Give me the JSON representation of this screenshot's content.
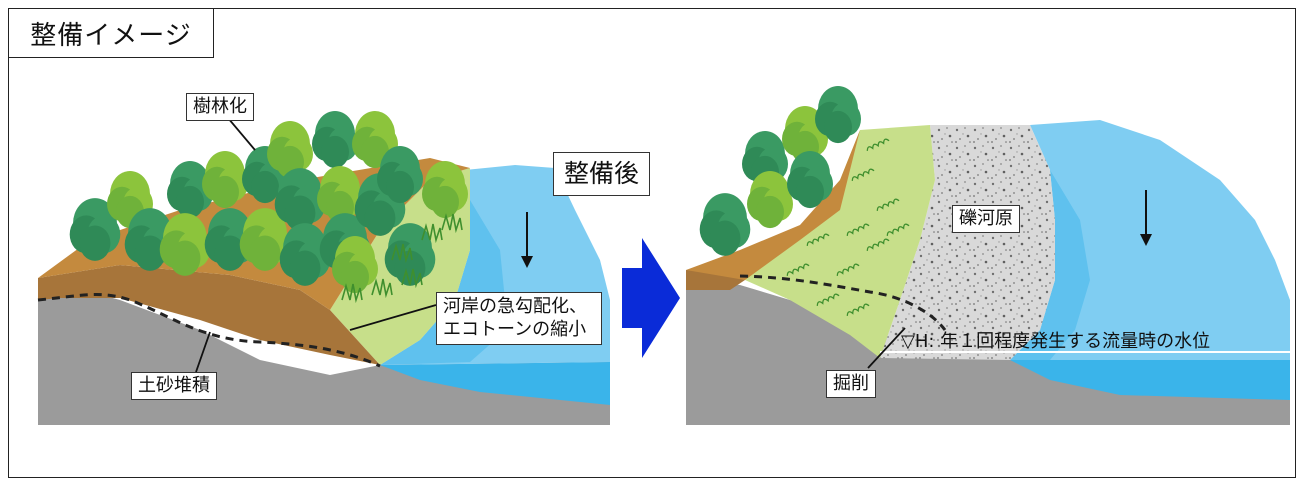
{
  "title": "整備イメージ",
  "before": {
    "label_forestation": "樹林化",
    "label_sediment": "土砂堆積",
    "label_bank_line1": "河岸の急勾配化、",
    "label_bank_line2": "エコトーンの縮小"
  },
  "after": {
    "label_after": "整備後",
    "label_gravel": "礫河原",
    "label_excavation": "掘削",
    "water_level_text": "▽H: 年１回程度発生する流量時の水位"
  },
  "colors": {
    "water_light": "#7fcdf2",
    "water_dark": "#3ab4ea",
    "sediment": "#c48a3e",
    "soil_dark": "#a7753a",
    "ground": "#9b9b9b",
    "grass": "#c7df8a",
    "gravel": "#d6d6d6",
    "arrow_blue": "#0a2bd8",
    "tree_light": "#8cc43c",
    "tree_dark": "#3a9a63"
  }
}
